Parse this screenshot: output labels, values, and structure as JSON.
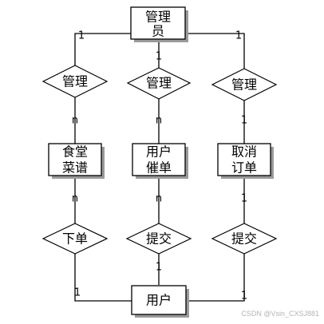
{
  "entities": {
    "admin": [
      "管理",
      "员"
    ],
    "menu": [
      "食堂",
      "菜谱"
    ],
    "urge": [
      "用户",
      "催单"
    ],
    "cancel": [
      "取消",
      "订单"
    ],
    "user": [
      "用户"
    ]
  },
  "relationships": {
    "manage_menu": "管理",
    "manage_urge": "管理",
    "manage_cancel": "管理",
    "order": "下单",
    "submit_urge": "提交",
    "submit_cancel": "提交"
  },
  "cardinalities": {
    "admin_left": "1",
    "admin_center": "1",
    "admin_right": "1",
    "menu_top": "n",
    "urge_top": "n",
    "cancel_top": "1",
    "menu_bottom": "n",
    "urge_bottom": "n",
    "cancel_bottom": "1",
    "user_left": "1",
    "user_center": "1",
    "user_right": "1"
  },
  "watermark": "CSDN @Vsin_CXSJ881"
}
